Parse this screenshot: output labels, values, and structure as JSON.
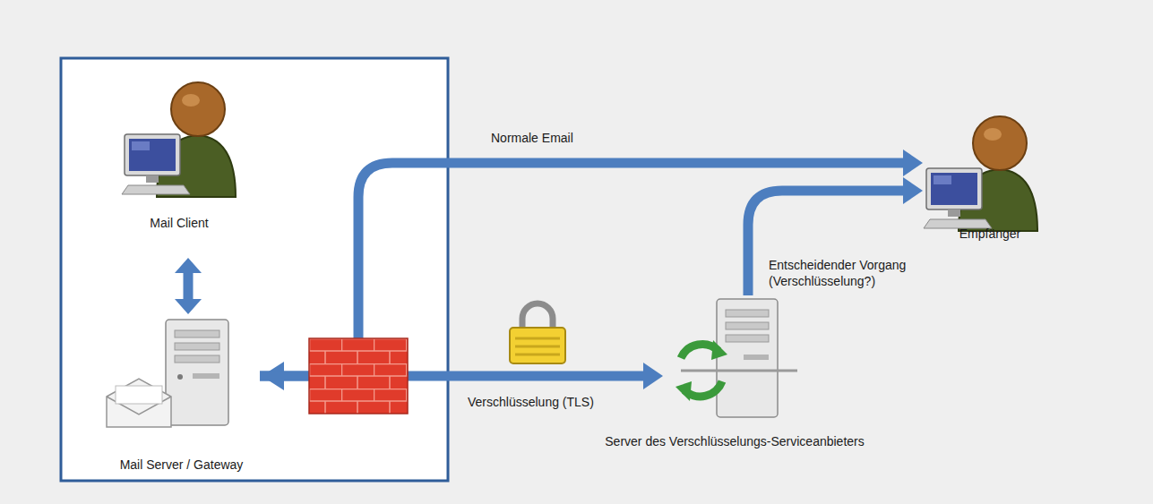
{
  "diagram": {
    "nodes": [
      {
        "text": [
          "Mail Client"
        ]
      },
      {
        "text": [
          "Mail Server / Gateway"
        ]
      },
      {
        "text": [
          "Server des Verschlüsselungs-Serviceanbieters"
        ]
      },
      {
        "text": [
          "Empfänger"
        ]
      }
    ],
    "edges": [
      {
        "from": 0,
        "to": 1,
        "arrow": "both"
      },
      {
        "from": 1,
        "to": 3,
        "arrow": "to",
        "label": "Normale Email"
      },
      {
        "from": 1,
        "to": 2,
        "arrow": "to",
        "label": "Verschlüsselung (TLS)"
      },
      {
        "from": 2,
        "to": 3,
        "arrow": "to",
        "label": "Entscheidender Vorgang (Verschlüsselung?)"
      }
    ]
  }
}
